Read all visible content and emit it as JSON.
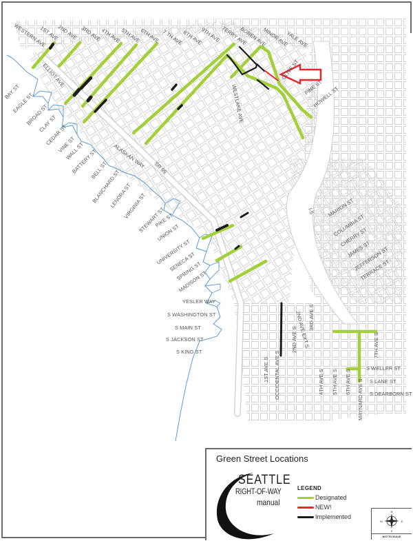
{
  "title": "Green Street Locations",
  "logo": {
    "line1": "SEATTLE",
    "line2": "RIGHT-OF-WAY",
    "line3": "manual"
  },
  "legend": {
    "heading": "LEGEND",
    "items": [
      {
        "label": "Designated",
        "color": "#a4cf3a"
      },
      {
        "label": "NEW!",
        "color": "#e8262b"
      },
      {
        "label": "Implemented",
        "color": "#1b1b1b"
      }
    ]
  },
  "compass": {
    "n": "N",
    "s": "S",
    "e": "E",
    "w": "W",
    "scale_note": "NOT TO SCALE"
  },
  "colors": {
    "designated": "#a4cf3a",
    "new": "#e8262b",
    "implemented": "#1b1b1b",
    "water": "#5b9bd5",
    "grid": "#cfcfcf",
    "arrow": "#e8262b"
  },
  "labels": {
    "avenues_north": [
      "WESTERN AVE",
      "1ST AVE",
      "2ND AVE",
      "3RD AVE",
      "4TH AVE",
      "5TH AVE",
      "6TH AVE",
      "7 TH AVE",
      "8TH AVE",
      "9TH AVE",
      "TERRY AVE",
      "BOREN AVE",
      "MINOR AVE",
      "YALE AVE"
    ],
    "misc": [
      "ELLIOT AVE",
      "WESTLAKE AVE",
      "OLIVE ST",
      "PINE ST",
      "HOWELL ST",
      "ALASKAN WAY",
      "SR 99",
      "I-5"
    ],
    "cross_streets_west": [
      "BAY ST",
      "EAGLE ST",
      "BROAD ST",
      "CLAY ST",
      "CEDAR ST",
      "VINE ST",
      "WALL ST",
      "BATTERY ST",
      "BELL ST",
      "BLANCHARD ST",
      "LENORA ST",
      "VIRGINIA ST",
      "STEWART ST",
      "PIKE ST",
      "UNION ST",
      "UNIVERSITY ST",
      "SENECA ST",
      "SPRING ST",
      "MADISON ST"
    ],
    "south_streets": [
      "YESLER WAY",
      "S WASHINGTON ST",
      "S MAIN ST",
      "S JACKSON ST",
      "S KING ST"
    ],
    "east_streets": [
      "MARION ST",
      "COLUMBIA ST",
      "CHERRY ST",
      "JAMES ST",
      "JEFFERSON ST",
      "TERRACE ST"
    ],
    "south_avenues": [
      "1ST AVE S",
      "OCCIDENTAL AVE S",
      "2ND AVE S",
      "2ND AVE EXT S",
      "3RD AVE S",
      "4TH AVE S",
      "5TH AVE S",
      "6TH AVE S",
      "MAYNARD AVE S",
      "7TH AVE S"
    ],
    "id_streets": [
      "S WELLER ST",
      "S LANE ST",
      "S DEARBORN ST"
    ]
  }
}
